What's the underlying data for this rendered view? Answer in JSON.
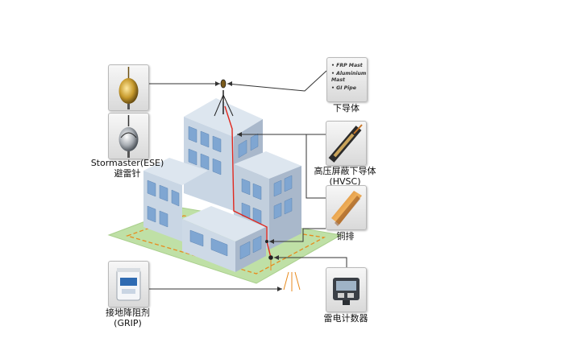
{
  "labels": {
    "ese_rod_line1": "Stormaster(ESE)",
    "ese_rod_line2": "避雷针",
    "mast_label": "下导体",
    "hvsc_line1": "高压屏蔽下导体",
    "hvsc_line2": "(HVSC)",
    "copper_bar": "铜排",
    "counter": "雷电计数器",
    "grip_line1": "接地降阻剂",
    "grip_line2": "(GRIP)"
  },
  "mast_options": [
    "• FRP Mast",
    "• Aluminium Mast",
    "• GI Pipe"
  ],
  "colors": {
    "down_conductor": "#e0281e",
    "ground_loop": "#e88a1c",
    "lawn": "#bfe0a6",
    "building_light": "#c9d6e4",
    "building_dark": "#a9b8cb",
    "window": "#7fa6d2",
    "leader_line": "#333333"
  }
}
